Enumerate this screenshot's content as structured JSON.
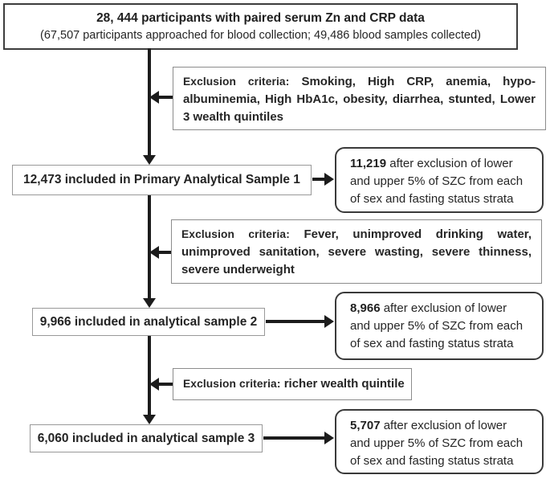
{
  "diagram": {
    "top": {
      "title": "28, 444 participants with paired serum Zn and CRP data",
      "subtitle": "(67,507 participants approached for blood collection; 49,486 blood samples collected)"
    },
    "exclusions": [
      {
        "label": "Exclusion criteria:",
        "text": "Smoking, High CRP, anemia, hypo-albuminemia, High HbA1c, obesity, diarrhea, stunted, Lower 3 wealth quintiles"
      },
      {
        "label": "Exclusion criteria:",
        "text": "Fever, unimproved drinking water, unimproved sanitation, severe wasting, severe thinness, severe underweight"
      },
      {
        "label": "Exclusion criteria:",
        "text": "richer wealth quintile"
      }
    ],
    "samples": [
      "12,473 included in Primary Analytical Sample 1",
      "9,966 included in analytical sample 2",
      "6,060 included in analytical sample 3"
    ],
    "results": [
      {
        "value": "11,219",
        "text": "after exclusion of lower and upper 5% of SZC from each of sex and fasting status strata"
      },
      {
        "value": "8,966",
        "text": "after exclusion of lower and upper 5% of SZC from each of sex and fasting status strata"
      },
      {
        "value": "5,707",
        "text": "after exclusion of lower and upper 5% of SZC from each of sex and fasting status strata"
      }
    ],
    "colors": {
      "line": "#1c1c1c",
      "dark_border": "#3a3a3a",
      "gray_border": "#8c8c8c",
      "text": "#262626"
    }
  }
}
